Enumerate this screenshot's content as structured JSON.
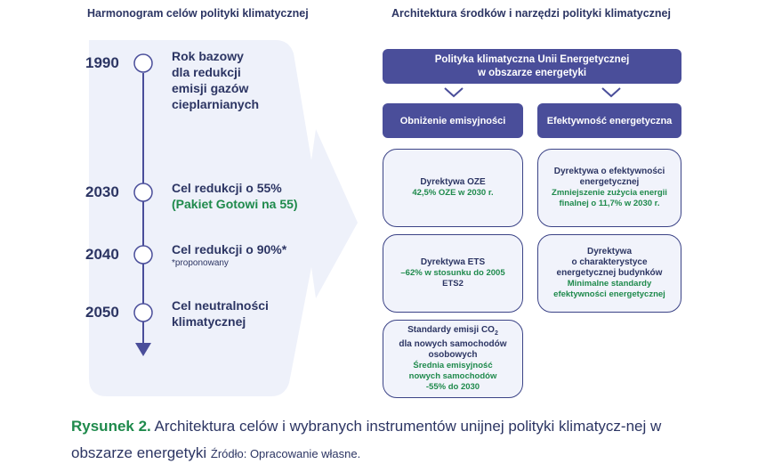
{
  "headers": {
    "left": "Harmonogram celów polityki klimatycznej",
    "right": "Architektura środków i narzędzi polityki klimatycznej"
  },
  "timeline": [
    {
      "year": "1990",
      "lines": [
        "Rok bazowy",
        "dla redukcji",
        "emisji gazów",
        "cieplarnianych"
      ]
    },
    {
      "year": "2030",
      "line1": "Cel redukcji o 55%",
      "line2": "(Pakiet Gotowi na 55)"
    },
    {
      "year": "2040",
      "line1": "Cel redukcji o 90%*",
      "note": "*proponowany"
    },
    {
      "year": "2050",
      "line1": "Cel neutralności",
      "line2": "klimatycznej"
    }
  ],
  "architecture": {
    "top_line1": "Polityka klimatyczna Unii Energetycznej",
    "top_line2": "w obszarze energetyki",
    "col1_header": "Obniżenie emisyjności",
    "col2_header": "Efektywność energetyczna",
    "oze": {
      "title": "Dyrektywa OZE",
      "green": "42,5% OZE w 2030 r."
    },
    "ets": {
      "title": "Dyrektywa ETS",
      "green": "–62% w stosunku do 2005",
      "extra": "ETS2"
    },
    "co2": {
      "title1": "Standardy emisji CO",
      "sub": "2",
      "title2": "dla nowych samochodów",
      "title3": "osobowych",
      "green1": "Średnia emisyjność",
      "green2": "nowych samochodów",
      "green3": "-55% do 2030"
    },
    "eff": {
      "title1": "Dyrektywa o efektywności",
      "title2": "energetycznej",
      "green1": "Zmniejszenie zużycia energii",
      "green2": "finalnej o 11,7% w 2030 r."
    },
    "bld": {
      "title1": "Dyrektywa",
      "title2": "o charakterystyce",
      "title3": "energetycznej budynków",
      "green1": "Minimalne standardy",
      "green2": "efektywności energetycznej"
    }
  },
  "caption": {
    "label": "Rysunek 2.",
    "text": " Architektura celów i wybranych instrumentów unijnej polityki klimatycz-nej w obszarze energetyki ",
    "source": "Źródło: Opracowanie własne."
  },
  "colors": {
    "navy": "#4a4e9a",
    "text": "#2c3563",
    "green": "#1f8a4c",
    "panel": "#eef1fa"
  }
}
